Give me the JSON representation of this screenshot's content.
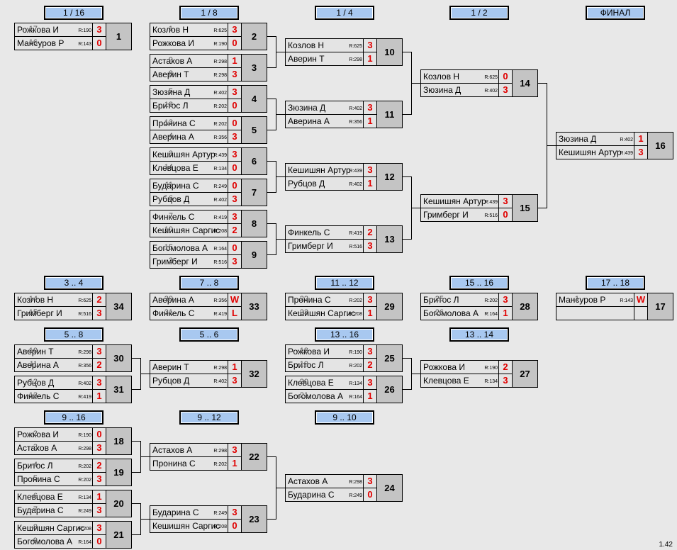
{
  "version": "1.42",
  "headers": [
    "1 / 16",
    "1 / 8",
    "1 / 4",
    "1 / 2",
    "ФИНАЛ",
    "3 .. 4",
    "7 .. 8",
    "11 .. 12",
    "15 .. 16",
    "17 .. 18",
    "5 .. 8",
    "5 .. 6",
    "13 .. 16",
    "13 .. 14",
    "9 .. 16",
    "9 .. 12",
    "9 .. 10"
  ],
  "matches": [
    {
      "no": "1",
      "p": [
        {
          "num": "17",
          "name": "Рожкова И",
          "rating": "R:190",
          "score": "3"
        },
        {
          "num": "16",
          "name": "Мансуров Р",
          "rating": "R:143",
          "score": "0"
        }
      ]
    },
    {
      "no": "2",
      "p": [
        {
          "num": "1",
          "name": "Козлов Н",
          "rating": "R:625",
          "score": "3"
        },
        {
          "num": "",
          "name": "Рожкова И",
          "rating": "R:190",
          "score": "0"
        }
      ]
    },
    {
      "no": "3",
      "p": [
        {
          "num": "9",
          "name": "Астахов А",
          "rating": "R:298",
          "score": "1"
        },
        {
          "num": "8",
          "name": "Аверин Т",
          "rating": "R:298",
          "score": "3"
        }
      ]
    },
    {
      "no": "4",
      "p": [
        {
          "num": "5",
          "name": "Зюзина Д",
          "rating": "R:402",
          "score": "3"
        },
        {
          "num": "12",
          "name": "Бритос Л",
          "rating": "R:202",
          "score": "0"
        }
      ]
    },
    {
      "no": "5",
      "p": [
        {
          "num": "13",
          "name": "Пронина С",
          "rating": "R:202",
          "score": "0"
        },
        {
          "num": "4",
          "name": "Аверина А",
          "rating": "R:356",
          "score": "3"
        }
      ]
    },
    {
      "no": "6",
      "p": [
        {
          "num": "3",
          "name": "Кешишян Артур",
          "rating": "R:439",
          "score": "3"
        },
        {
          "num": "14",
          "name": "Клевцова Е",
          "rating": "R:134",
          "score": "0"
        }
      ]
    },
    {
      "no": "7",
      "p": [
        {
          "num": "11",
          "name": "Бударина С",
          "rating": "R:249",
          "score": "0"
        },
        {
          "num": "6",
          "name": "Рубцов Д",
          "rating": "R:402",
          "score": "3"
        }
      ]
    },
    {
      "no": "8",
      "p": [
        {
          "num": "7",
          "name": "Финкель С",
          "rating": "R:419",
          "score": "3"
        },
        {
          "num": "10",
          "name": "Кешишян Саргис",
          "rating": "R:208",
          "score": "2"
        }
      ]
    },
    {
      "no": "9",
      "p": [
        {
          "num": "15",
          "name": "Богомолова А",
          "rating": "R:164",
          "score": "0"
        },
        {
          "num": "2",
          "name": "Гримберг И",
          "rating": "R:516",
          "score": "3"
        }
      ]
    },
    {
      "no": "10",
      "p": [
        {
          "num": "",
          "name": "Козлов Н",
          "rating": "R:625",
          "score": "3"
        },
        {
          "num": "",
          "name": "Аверин Т",
          "rating": "R:298",
          "score": "1"
        }
      ]
    },
    {
      "no": "11",
      "p": [
        {
          "num": "",
          "name": "Зюзина Д",
          "rating": "R:402",
          "score": "3"
        },
        {
          "num": "",
          "name": "Аверина А",
          "rating": "R:356",
          "score": "1"
        }
      ]
    },
    {
      "no": "12",
      "p": [
        {
          "num": "",
          "name": "Кешишян Артур",
          "rating": "R:439",
          "score": "3"
        },
        {
          "num": "",
          "name": "Рубцов Д",
          "rating": "R:402",
          "score": "1"
        }
      ]
    },
    {
      "no": "13",
      "p": [
        {
          "num": "",
          "name": "Финкель С",
          "rating": "R:419",
          "score": "2"
        },
        {
          "num": "",
          "name": "Гримберг И",
          "rating": "R:516",
          "score": "3"
        }
      ]
    },
    {
      "no": "14",
      "p": [
        {
          "num": "",
          "name": "Козлов Н",
          "rating": "R:625",
          "score": "0"
        },
        {
          "num": "",
          "name": "Зюзина Д",
          "rating": "R:402",
          "score": "3"
        }
      ]
    },
    {
      "no": "15",
      "p": [
        {
          "num": "",
          "name": "Кешишян Артур",
          "rating": "R:439",
          "score": "3"
        },
        {
          "num": "",
          "name": "Гримберг И",
          "rating": "R:516",
          "score": "0"
        }
      ]
    },
    {
      "no": "16",
      "p": [
        {
          "num": "",
          "name": "Зюзина Д",
          "rating": "R:402",
          "score": "1"
        },
        {
          "num": "",
          "name": "Кешишян Артур",
          "rating": "R:439",
          "score": "3"
        }
      ]
    },
    {
      "no": "34",
      "p": [
        {
          "num": "-14",
          "name": "Козлов Н",
          "rating": "R:625",
          "score": "2"
        },
        {
          "num": "-15",
          "name": "Гримберг И",
          "rating": "R:516",
          "score": "3"
        }
      ]
    },
    {
      "no": "33",
      "p": [
        {
          "num": "-30",
          "name": "Аверина А",
          "rating": "R:356",
          "score": "W"
        },
        {
          "num": "-31",
          "name": "Финкель С",
          "rating": "R:419",
          "score": "L"
        }
      ]
    },
    {
      "no": "29",
      "p": [
        {
          "num": "-22",
          "name": "Пронина С",
          "rating": "R:202",
          "score": "3"
        },
        {
          "num": "-23",
          "name": "Кешишян Саргис",
          "rating": "R:208",
          "score": "1"
        }
      ]
    },
    {
      "no": "28",
      "p": [
        {
          "num": "-25",
          "name": "Бритос Л",
          "rating": "R:202",
          "score": "3"
        },
        {
          "num": "-26",
          "name": "Богомолова А",
          "rating": "R:164",
          "score": "1"
        }
      ]
    },
    {
      "no": "17",
      "p": [
        {
          "num": "-1",
          "name": "Мансуров Р",
          "rating": "R:143",
          "score": "W"
        },
        {
          "num": "",
          "name": "",
          "rating": "",
          "score": ""
        }
      ]
    },
    {
      "no": "30",
      "p": [
        {
          "num": "-10",
          "name": "Аверин Т",
          "rating": "R:298",
          "score": "3"
        },
        {
          "num": "-11",
          "name": "Аверина А",
          "rating": "R:356",
          "score": "2"
        }
      ]
    },
    {
      "no": "31",
      "p": [
        {
          "num": "-12",
          "name": "Рубцов Д",
          "rating": "R:402",
          "score": "3"
        },
        {
          "num": "-13",
          "name": "Финкель С",
          "rating": "R:419",
          "score": "1"
        }
      ]
    },
    {
      "no": "32",
      "p": [
        {
          "num": "",
          "name": "Аверин Т",
          "rating": "R:298",
          "score": "1"
        },
        {
          "num": "",
          "name": "Рубцов Д",
          "rating": "R:402",
          "score": "3"
        }
      ]
    },
    {
      "no": "25",
      "p": [
        {
          "num": "-18",
          "name": "Рожкова И",
          "rating": "R:190",
          "score": "3"
        },
        {
          "num": "-19",
          "name": "Бритос Л",
          "rating": "R:202",
          "score": "2"
        }
      ]
    },
    {
      "no": "26",
      "p": [
        {
          "num": "-20",
          "name": "Клевцова Е",
          "rating": "R:134",
          "score": "3"
        },
        {
          "num": "-21",
          "name": "Богомолова А",
          "rating": "R:164",
          "score": "1"
        }
      ]
    },
    {
      "no": "27",
      "p": [
        {
          "num": "",
          "name": "Рожкова И",
          "rating": "R:190",
          "score": "2"
        },
        {
          "num": "",
          "name": "Клевцова Е",
          "rating": "R:134",
          "score": "3"
        }
      ]
    },
    {
      "no": "18",
      "p": [
        {
          "num": "-2",
          "name": "Рожкова И",
          "rating": "R:190",
          "score": "0"
        },
        {
          "num": "-3",
          "name": "Астахов А",
          "rating": "R:298",
          "score": "3"
        }
      ]
    },
    {
      "no": "19",
      "p": [
        {
          "num": "-4",
          "name": "Бритос Л",
          "rating": "R:202",
          "score": "2"
        },
        {
          "num": "-5",
          "name": "Пронина С",
          "rating": "R:202",
          "score": "3"
        }
      ]
    },
    {
      "no": "20",
      "p": [
        {
          "num": "-6",
          "name": "Клевцова Е",
          "rating": "R:134",
          "score": "1"
        },
        {
          "num": "-7",
          "name": "Бударина С",
          "rating": "R:249",
          "score": "3"
        }
      ]
    },
    {
      "no": "21",
      "p": [
        {
          "num": "-8",
          "name": "Кешишян Саргис",
          "rating": "R:208",
          "score": "3"
        },
        {
          "num": "-9",
          "name": "Богомолова А",
          "rating": "R:164",
          "score": "0"
        }
      ]
    },
    {
      "no": "22",
      "p": [
        {
          "num": "",
          "name": "Астахов А",
          "rating": "R:298",
          "score": "3"
        },
        {
          "num": "",
          "name": "Пронина С",
          "rating": "R:202",
          "score": "1"
        }
      ]
    },
    {
      "no": "23",
      "p": [
        {
          "num": "",
          "name": "Бударина С",
          "rating": "R:249",
          "score": "3"
        },
        {
          "num": "",
          "name": "Кешишян Саргис",
          "rating": "R:208",
          "score": "0"
        }
      ]
    },
    {
      "no": "24",
      "p": [
        {
          "num": "",
          "name": "Астахов А",
          "rating": "R:298",
          "score": "3"
        },
        {
          "num": "",
          "name": "Бударина С",
          "rating": "R:249",
          "score": "0"
        }
      ]
    }
  ]
}
